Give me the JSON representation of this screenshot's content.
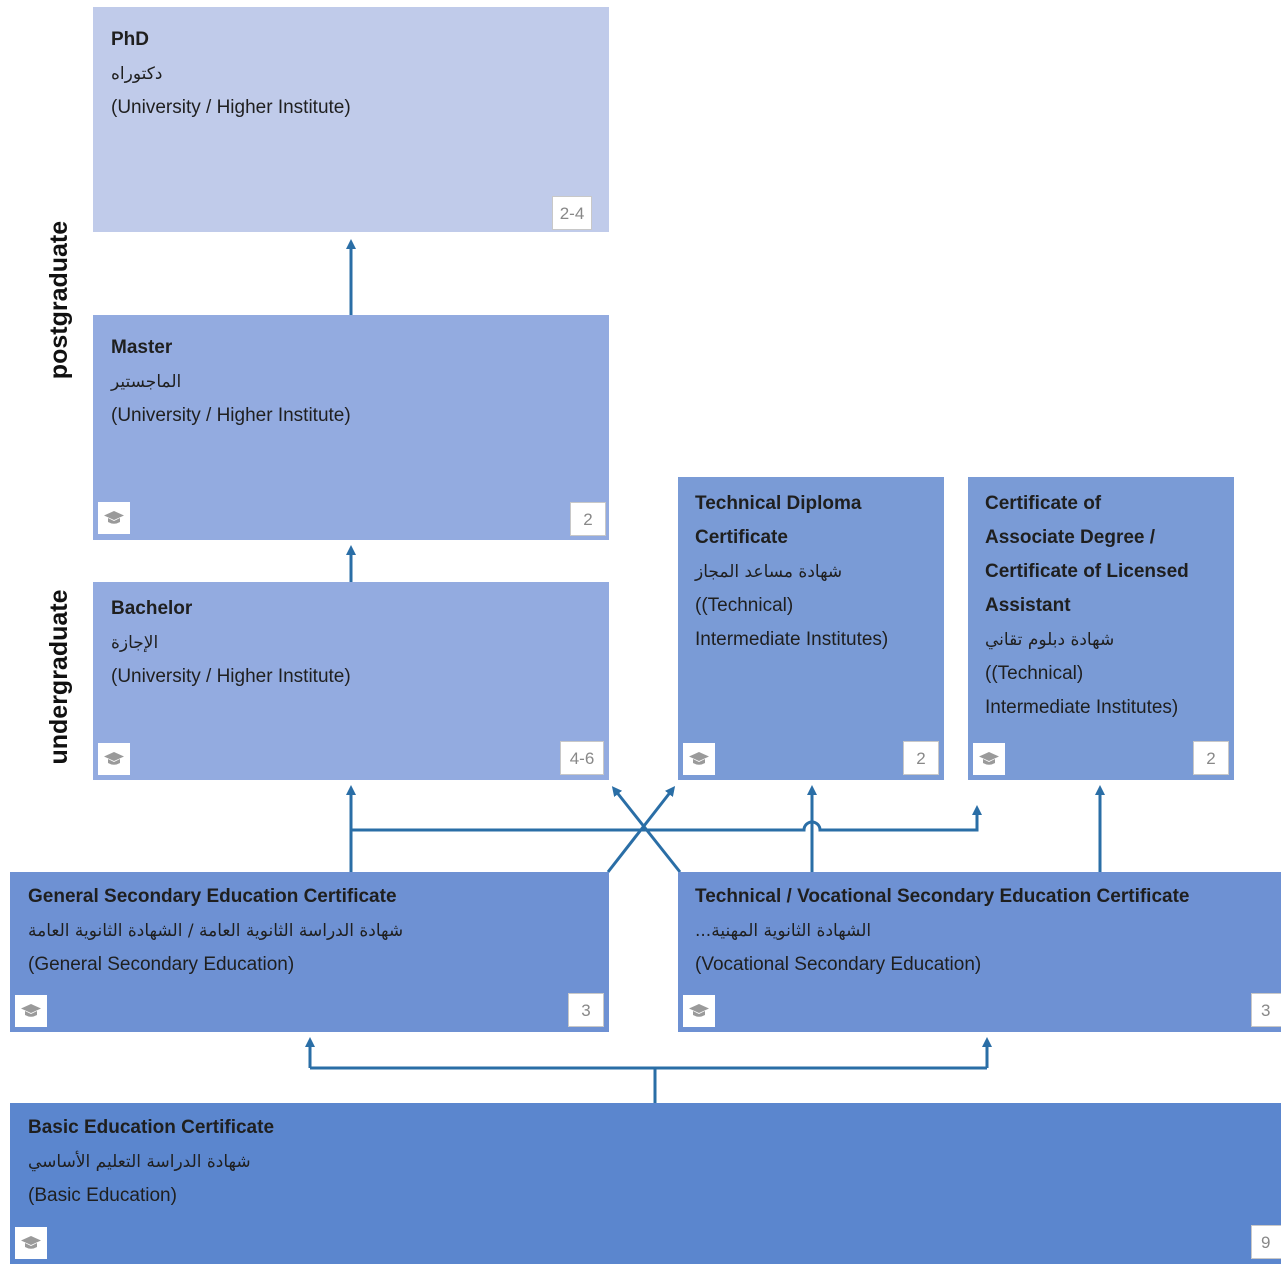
{
  "colors": {
    "level1": "#c0cbea",
    "level2": "#93abe0",
    "level3": "#7a9bd6",
    "level4": "#6e91d3",
    "level5": "#5b86ce",
    "connector": "#2a6ea6",
    "icon": "#9a9a9a"
  },
  "side_labels": {
    "postgraduate": "postgraduate",
    "undergraduate": "undergraduate"
  },
  "boxes": {
    "phd": {
      "title": "PhD",
      "arabic": "دكتوراه",
      "sub": "(University / Higher Institute)",
      "duration": "2-4"
    },
    "master": {
      "title": "Master",
      "arabic": "الماجستير",
      "sub": "(University / Higher Institute)",
      "duration": "2",
      "icon": "graduation-cap-icon"
    },
    "bachelor": {
      "title": "Bachelor",
      "arabic": "الإجازة",
      "sub": "(University / Higher Institute)",
      "duration": "4-6",
      "icon": "graduation-cap-icon"
    },
    "tech_diploma": {
      "title_line1": "Technical Diploma",
      "title_line2": "Certificate",
      "arabic": "شهادة مساعد المجاز",
      "sub_line1": "((Technical)",
      "sub_line2": "Intermediate Institutes)",
      "duration": "2",
      "icon": "graduation-cap-icon"
    },
    "associate": {
      "title_line1": "Certificate of",
      "title_line2": "Associate Degree /",
      "title_line3": "Certificate of Licensed",
      "title_line4": "Assistant",
      "arabic": "شهادة دبلوم تقاني",
      "sub_line1": "((Technical)",
      "sub_line2": "Intermediate Institutes)",
      "duration": "2",
      "icon": "graduation-cap-icon"
    },
    "general_secondary": {
      "title": "General Secondary Education Certificate",
      "arabic": "شهادة الدراسة الثانوية العامة  /  الشهادة الثانوية العامة",
      "sub": "(General Secondary Education)",
      "duration": "3",
      "icon": "graduation-cap-icon"
    },
    "vocational_secondary": {
      "title": "Technical / Vocational Secondary Education Certificate",
      "arabic": "الشهادة الثانوية المهنية...",
      "sub": "(Vocational Secondary Education)",
      "duration": "3",
      "icon": "graduation-cap-icon"
    },
    "basic": {
      "title": "Basic Education Certificate",
      "arabic": "شهادة الدراسة التعليم الأساسي",
      "sub": "(Basic Education)",
      "duration": "9",
      "icon": "graduation-cap-icon"
    }
  }
}
